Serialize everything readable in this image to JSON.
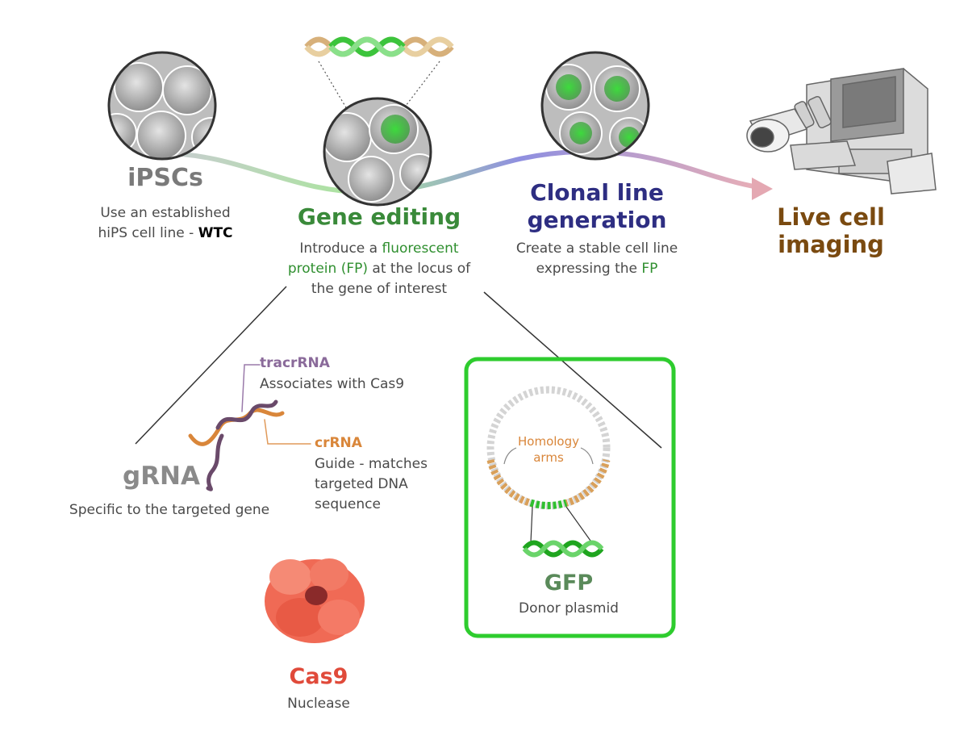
{
  "steps": {
    "ipsc": {
      "title": "iPSCs",
      "line1": "Use an established",
      "line2": "hiPS cell line - ",
      "line2_bold": "WTC"
    },
    "gene_editing": {
      "title": "Gene editing",
      "line1_a": "Introduce a ",
      "line1_b": "fluorescent",
      "line2_a": "protein (FP)",
      "line2_b": " at the locus of",
      "line3": "the gene of interest"
    },
    "clonal": {
      "title_line1": "Clonal line",
      "title_line2": "generation",
      "line1": "Create a stable cell line",
      "line2_a": "expressing the ",
      "line2_b": "FP"
    },
    "imaging": {
      "title_line1": "Live cell",
      "title_line2": "imaging"
    }
  },
  "grna": {
    "title": "gRNA",
    "desc": "Specific to the targeted gene",
    "tracr_label": "tracrRNA",
    "tracr_desc": "Associates with Cas9",
    "cr_label": "crRNA",
    "cr_line1": "Guide - matches",
    "cr_line2": "targeted DNA",
    "cr_line3": "sequence"
  },
  "cas9": {
    "title": "Cas9",
    "desc": "Nuclease"
  },
  "donor": {
    "homology_line1": "Homology",
    "homology_line2": "arms",
    "title": "GFP",
    "desc": "Donor plasmid"
  },
  "colors": {
    "ipsc": "#7a7a7a",
    "gene_editing": "#3a8a3a",
    "clonal": "#2e2e82",
    "imaging": "#7a4a10",
    "grna": "#8a8a8a",
    "tracr": "#8a6a9a",
    "crrna": "#d9863a",
    "cas9": "#e04a3a",
    "gfp": "#5a8a5a",
    "box_border": "#2ecc2e"
  }
}
